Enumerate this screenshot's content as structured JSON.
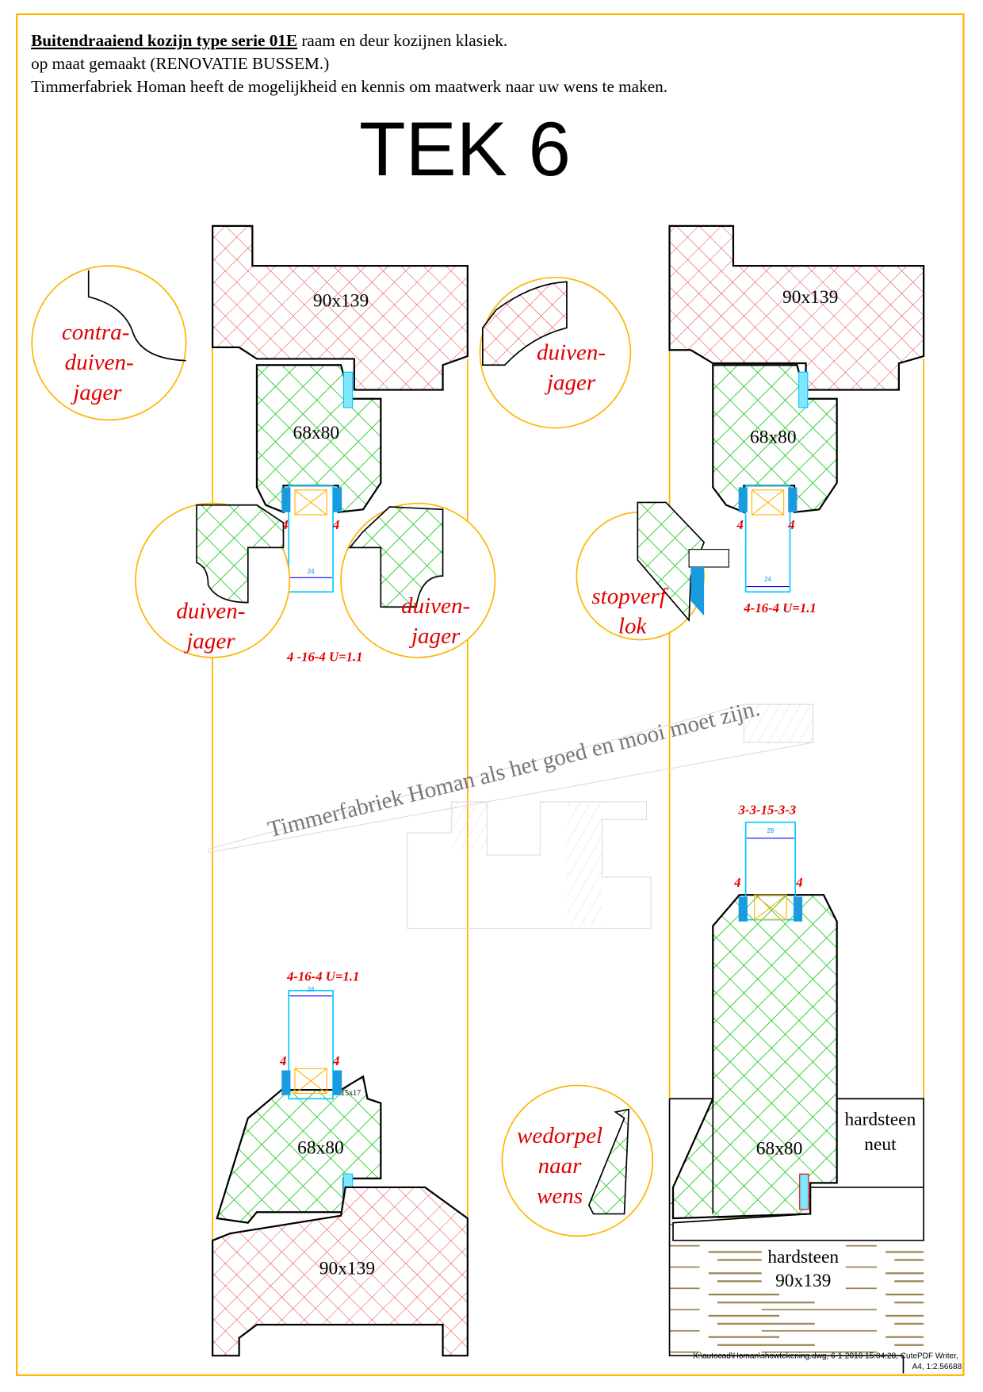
{
  "header": {
    "line1_bold": "Buitendraaiend kozijn type serie 01E",
    "line1_rest": " raam en deur kozijnen klasiek.",
    "line2": "op maat gemaakt (RENOVATIE BUSSEM.)",
    "line3": "Timmerfabriek Homan heeft de mogelijkheid en kennis om maatwerk naar uw wens te maken."
  },
  "title": "TEK 6",
  "dimensions": {
    "frame": "90x139",
    "sash": "68x80",
    "stone_neut": [
      "hardsteen",
      "neut"
    ],
    "stone_sill": [
      "hardsteen",
      "90x139"
    ],
    "bead": "15x17"
  },
  "glass": {
    "top_left": "4 -16-4  U=1.1",
    "top_right": "4-16-4   U=1.1",
    "bottom_left": "4-16-4  U=1.1",
    "bottom_right": "3-3-15-3-3",
    "side": "4",
    "width_24": "24",
    "width_28": "28"
  },
  "details": {
    "contra": [
      "contra-",
      "duiven-",
      "jager"
    ],
    "duivenjager": [
      "duiven-",
      "jager"
    ],
    "stopverf": [
      "stopverf",
      "lok"
    ],
    "wedorpel": [
      "wedorpel",
      "naar",
      "wens"
    ]
  },
  "watermark": "Timmerfabriek Homan als het goed en mooi moet zijn.",
  "footer": {
    "line1": "X:\\autocad\\Homan\\showtekening.dwg, 6-1-2010 15:04:28, CutePDF Writer,",
    "line2": "A4, 1:2.56688"
  },
  "colors": {
    "frame": "#e00000",
    "sash": "#00cc33",
    "guide": "#ffb300",
    "glass": "#00c8ff",
    "stone": "#9a8450"
  }
}
